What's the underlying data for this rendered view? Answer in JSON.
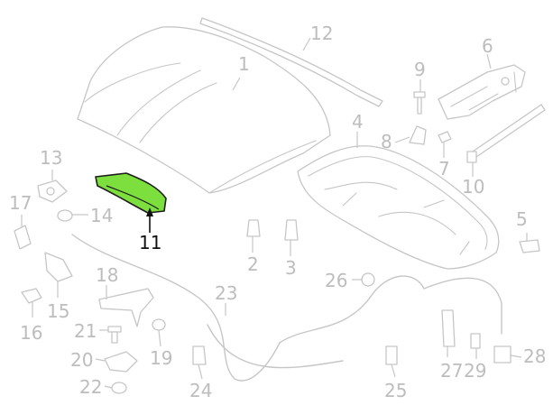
{
  "diagram": {
    "highlight_color": "#7ddf3e",
    "highlighted_callout": "11",
    "callouts": {
      "c1": "1",
      "c2": "2",
      "c3": "3",
      "c4": "4",
      "c5": "5",
      "c6": "6",
      "c7": "7",
      "c8": "8",
      "c9": "9",
      "c10": "10",
      "c11": "11",
      "c12": "12",
      "c13": "13",
      "c14": "14",
      "c15": "15",
      "c16": "16",
      "c17": "17",
      "c18": "18",
      "c19": "19",
      "c20": "20",
      "c21": "21",
      "c22": "22",
      "c23": "23",
      "c24": "24",
      "c25": "25",
      "c26": "26",
      "c27": "27",
      "c28": "28",
      "c29": "29"
    }
  }
}
